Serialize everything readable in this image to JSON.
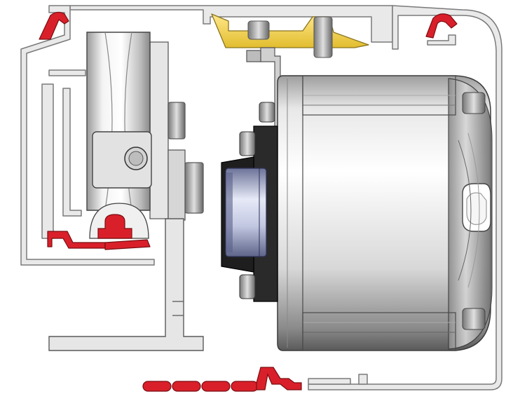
{
  "colors": {
    "background": "#ffffff",
    "profile_fill": "#e9e9e9",
    "profile_stroke": "#7a7a7a",
    "seal_red": "#d9202a",
    "seal_stroke": "#7a0d12",
    "bracket_yellow": "#f2d24a",
    "bracket_stroke": "#8a7420",
    "motor_light": "#f4f4f4",
    "motor_mid": "#bdbdbd",
    "motor_dark": "#5a5a5a",
    "flange_black": "#1e1e1e",
    "shaft_blue_light": "#e6e9f6",
    "shaft_blue_dark": "#6c7398",
    "wheel_light": "#f2f2f2",
    "wheel_dark": "#9a9a9a"
  },
  "parts": [
    {
      "name": "aluminium-profile-frame"
    },
    {
      "name": "red-rubber-seal-top-left"
    },
    {
      "name": "red-rubber-seal-top-right"
    },
    {
      "name": "red-rubber-seal-lower-left"
    },
    {
      "name": "red-rubber-seal-bottom-chain"
    },
    {
      "name": "yellow-mounting-bracket"
    },
    {
      "name": "electric-motor-housing"
    },
    {
      "name": "motor-flange-black"
    },
    {
      "name": "motor-shaft-hub"
    },
    {
      "name": "guide-roller-wheel"
    },
    {
      "name": "roller-bracket-plate"
    },
    {
      "name": "base-support-angle"
    }
  ]
}
